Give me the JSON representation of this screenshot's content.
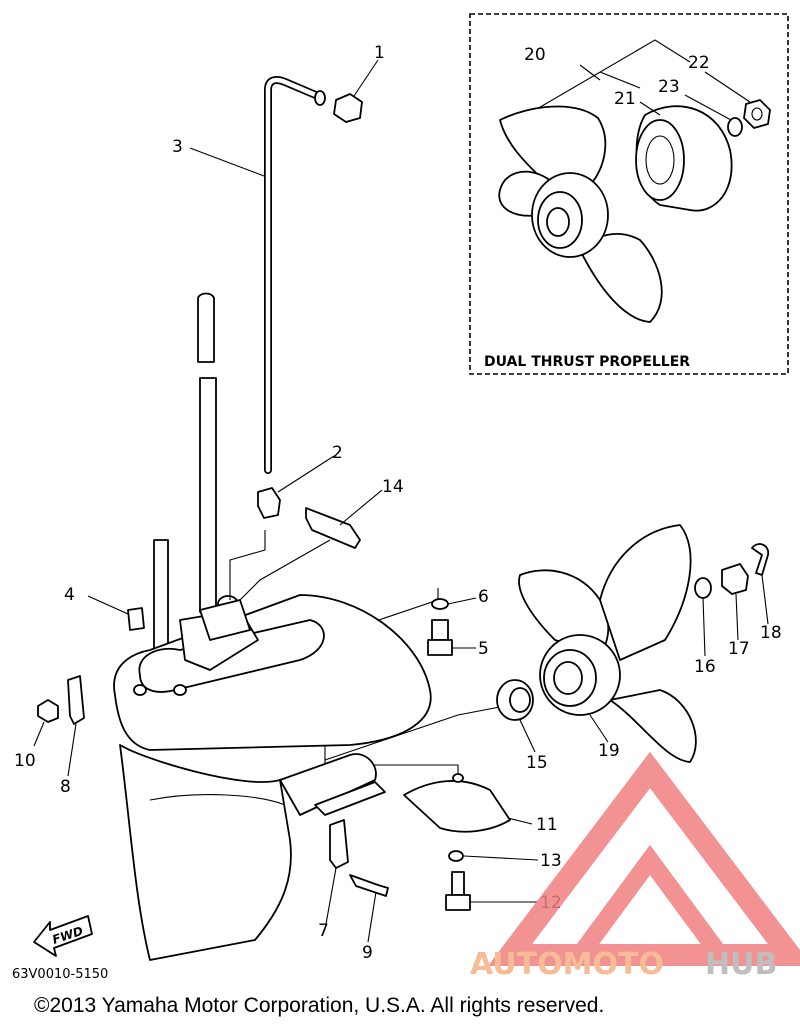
{
  "inset": {
    "title": "DUAL THRUST PROPELLER"
  },
  "callouts": [
    "1",
    "2",
    "3",
    "4",
    "5",
    "6",
    "7",
    "8",
    "9",
    "10",
    "11",
    "12",
    "13",
    "14",
    "15",
    "16",
    "17",
    "18",
    "19",
    "20",
    "21",
    "22",
    "23"
  ],
  "drawing_code": "63V0010-5150",
  "fwd_label": "FWD",
  "watermark": {
    "part1": "AUTOMOTO",
    "part2": "HUB",
    "color1": "#f4b183",
    "color2": "#b3b3b3",
    "logo_color": "#f08080"
  },
  "copyright": "©2013 Yamaha Motor Corporation, U.S.A. All rights reserved."
}
